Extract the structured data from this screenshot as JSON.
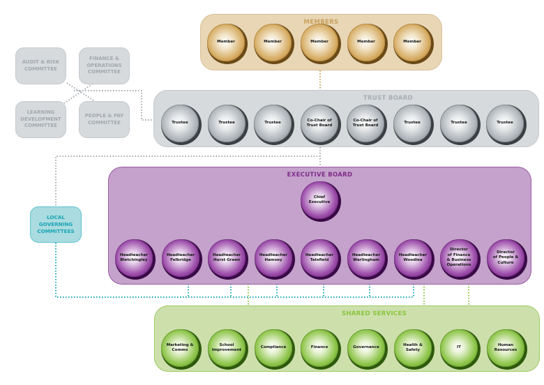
{
  "colors": {
    "members": "#c9a05a",
    "trust": "#a8adb2",
    "executive": "#7e2d8a",
    "shared": "#8bc440",
    "local": "#1aa4b5"
  },
  "members": {
    "title": "MEMBERS",
    "nodes": [
      "Member",
      "Member",
      "Member",
      "Member",
      "Member"
    ]
  },
  "trust_board": {
    "title": "TRUST BOARD",
    "nodes": [
      "Trustee",
      "Trustee",
      "Trustee",
      "Co-Chair of\nTrust Board",
      "Co-Chair of\nTrust Board",
      "Trustee",
      "Trustee",
      "Trustee"
    ]
  },
  "committees": [
    "AUDIT & RISK\nCOMMITTEE",
    "FINANCE &\nOPERATIONS\nCOMMITTEE",
    "LEARNING\nDEVELOPMENT\nCOMMITTEE",
    "PEOPLE & PAY\nCOMMITTEE"
  ],
  "local_governing": "LOCAL\nGOVERNING\nCOMMITTEES",
  "executive_board": {
    "title": "EXECUTIVE BOARD",
    "chief": "Chief\nExecutive",
    "nodes": [
      "Headteacher\nBletchingley",
      "Headteacher\nFelbridge",
      "Headteacher\nHurst Green",
      "Headteacher\nHamsey",
      "Headteacher\nTatsfield",
      "Headteacher\nWarlingham",
      "Headteacher\nWoodlea",
      "Director\nof Finance\n& Business\nOperations",
      "Director\nof People &\nCulture"
    ]
  },
  "shared_services": {
    "title": "SHARED SERVICES",
    "nodes": [
      "Marketing &\nComms",
      "School\nImprovement",
      "Compliance",
      "Finance",
      "Governance",
      "Health &\nSafety",
      "IT",
      "Human\nResources"
    ]
  }
}
